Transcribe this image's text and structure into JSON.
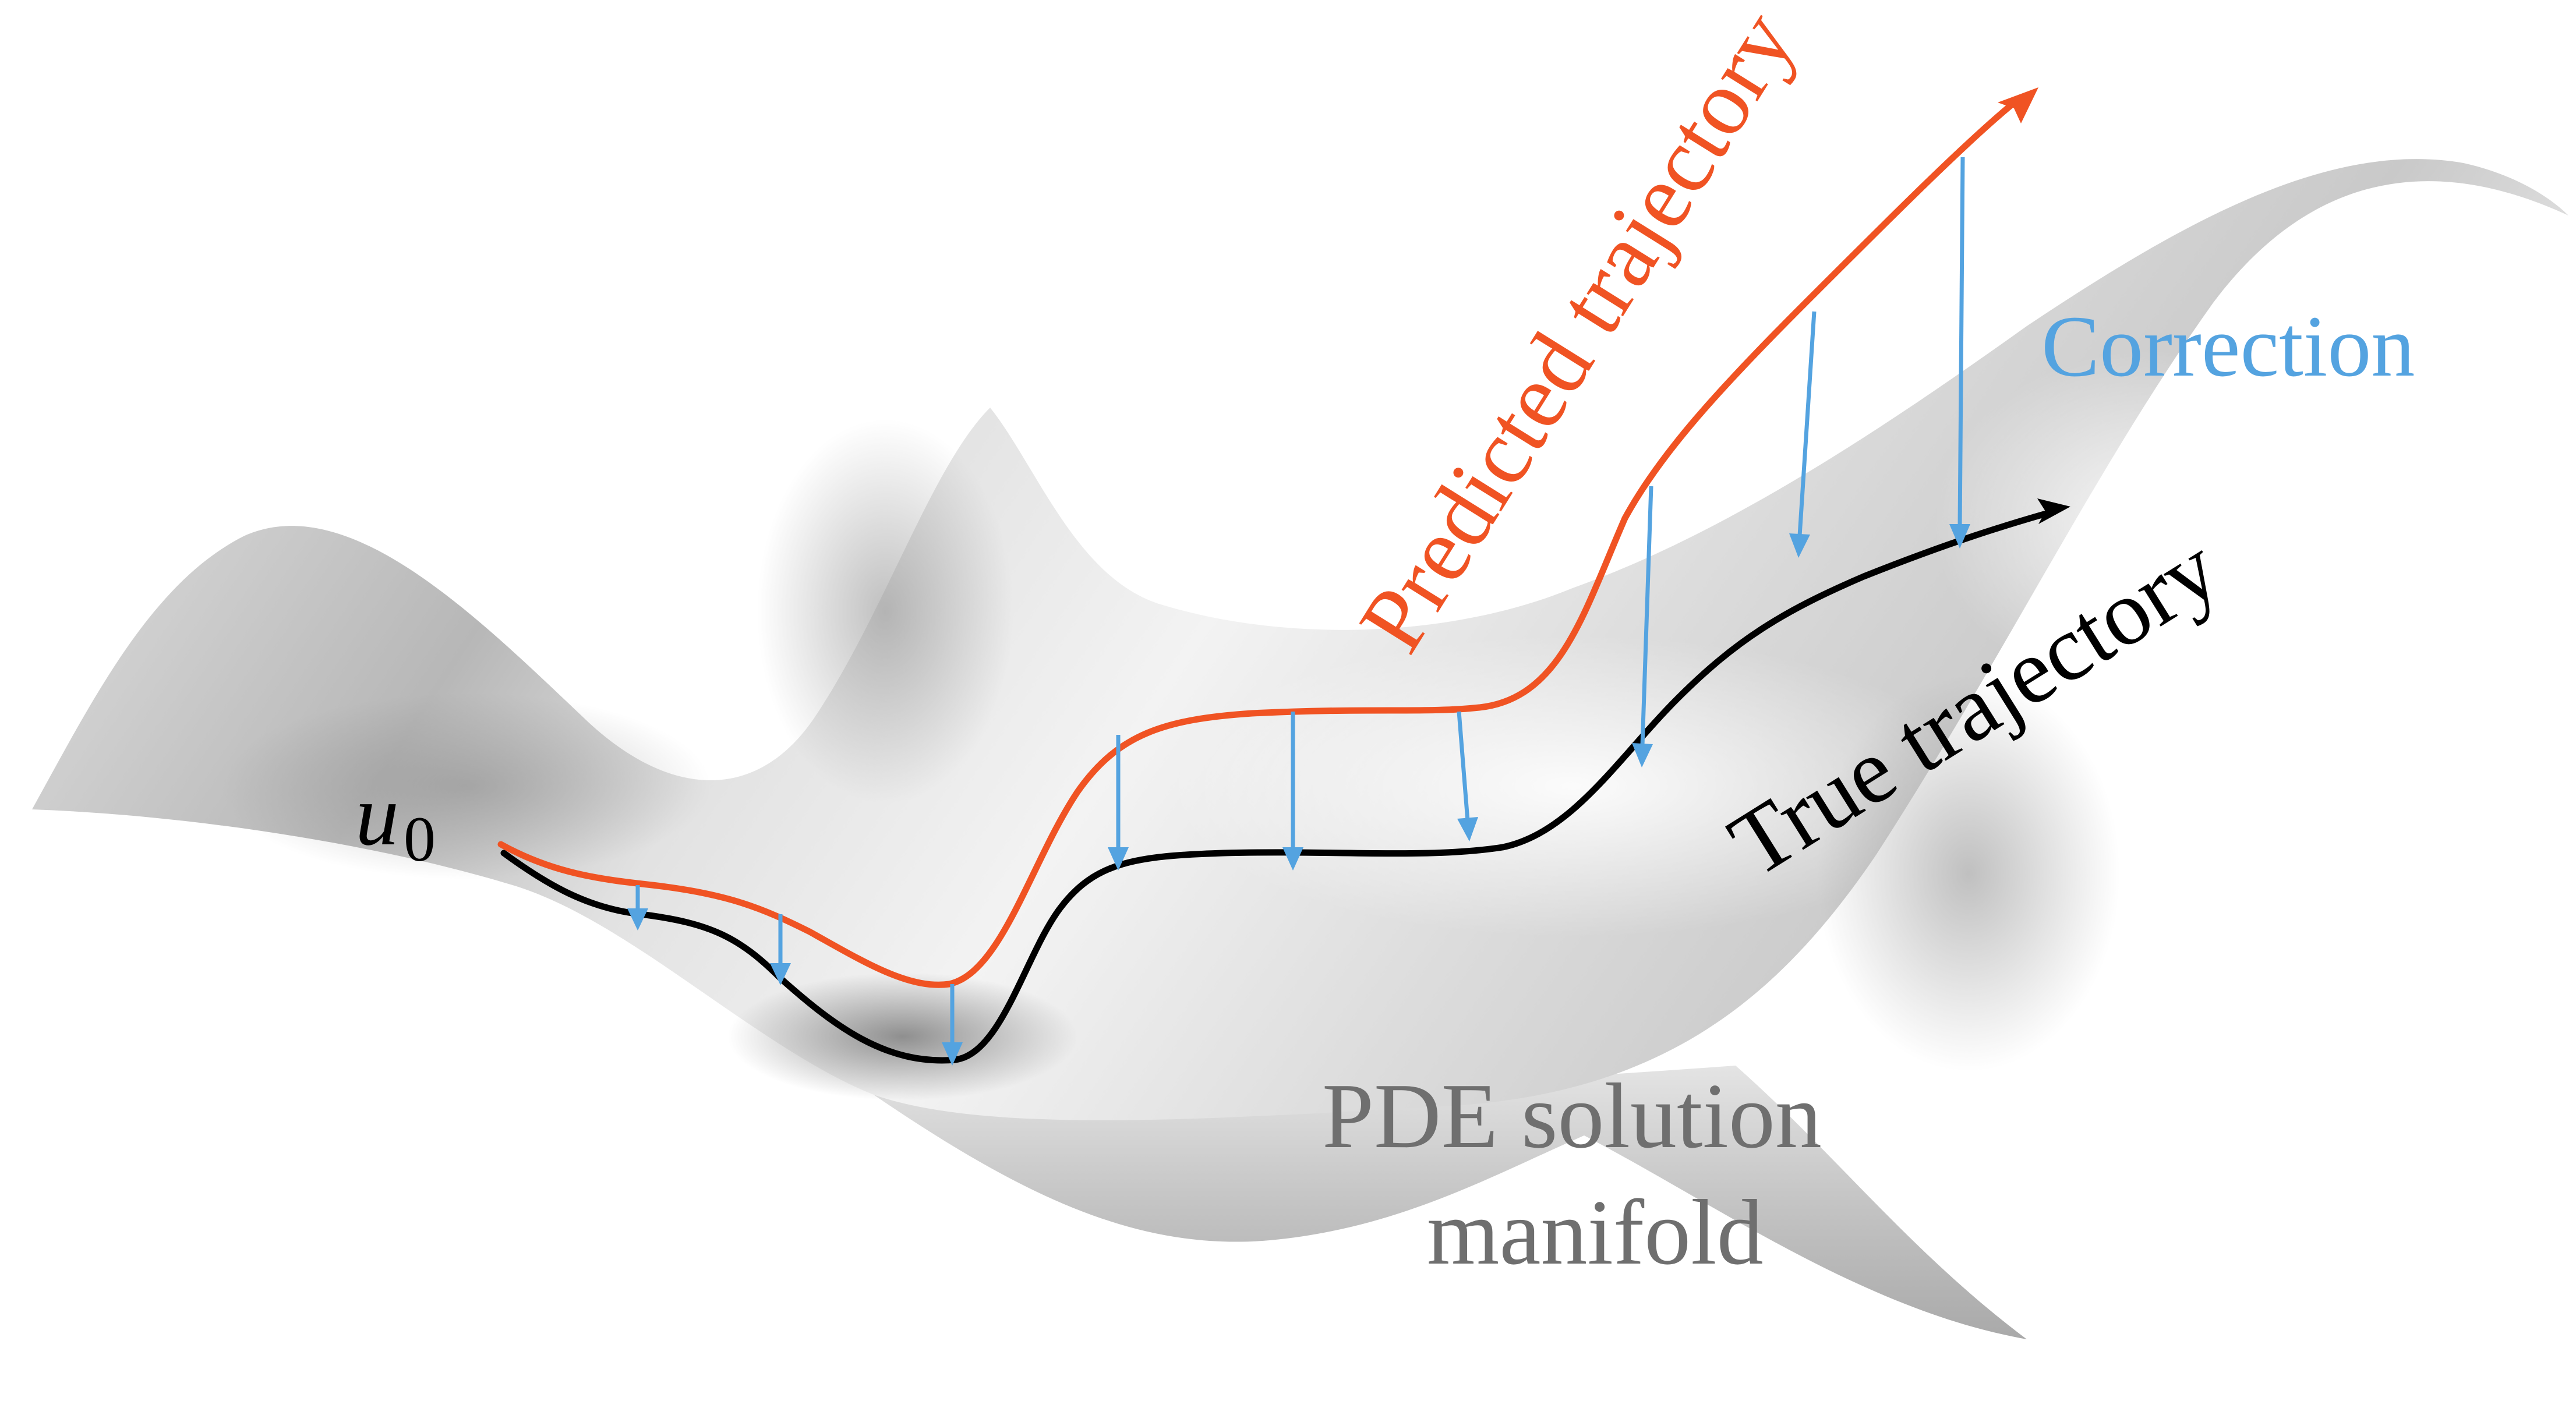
{
  "labels": {
    "initial_state": "u",
    "initial_state_subscript": "0",
    "predicted": "Predicted trajectory",
    "true": "True trajectory",
    "correction": "Correction",
    "manifold_line1": "PDE solution",
    "manifold_line2": "manifold"
  },
  "colors": {
    "predicted": "#f05323",
    "true": "#000000",
    "correction": "#54a3e0",
    "manifold_text": "#6f6f6f",
    "surface_light": "#ececec",
    "surface_mid": "#cfcfcf",
    "surface_dark": "#8a8a8a"
  }
}
